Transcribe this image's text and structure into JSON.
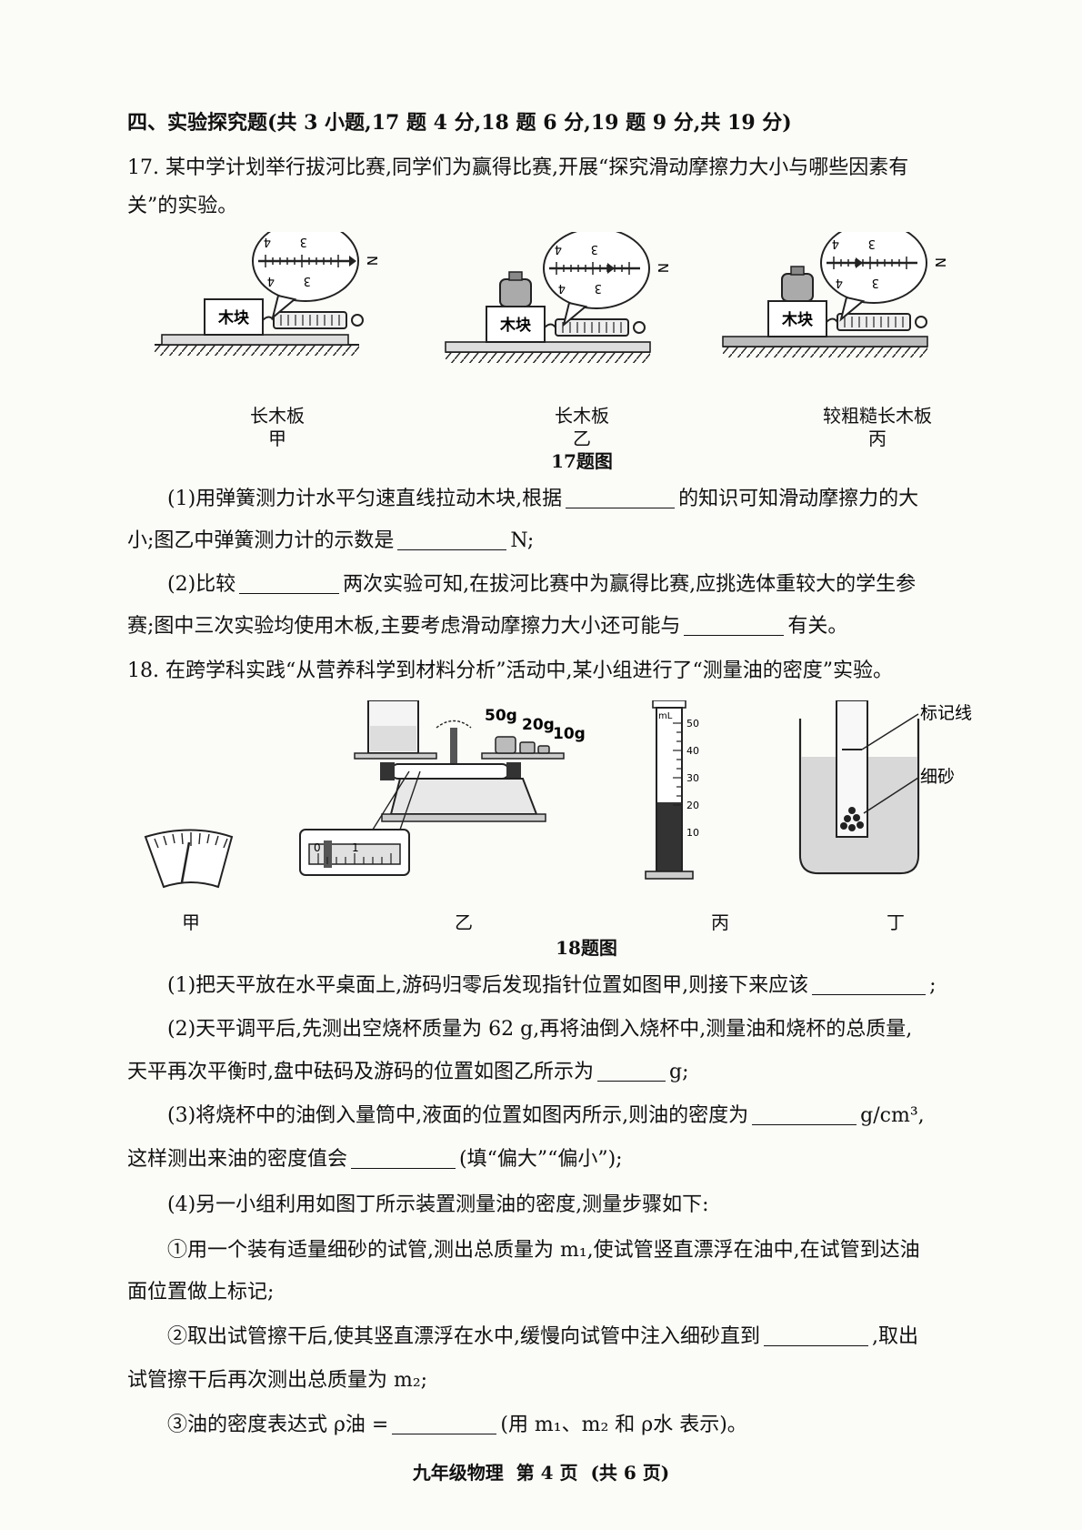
{
  "section_header": "四、实验探究题(共 3 小题,17 题 4 分,18 题 6 分,19 题 9 分,共 19 分)",
  "q17": {
    "stem_line1": "17. 某中学计划举行拔河比赛,同学们为赢得比赛,开展“探究滑动摩擦力大小与哪些因素有",
    "stem_line2": "关”的实验。",
    "block_label": "木块",
    "scale_unit": "N",
    "scale_marks": [
      "4",
      "3"
    ],
    "figure_labels": [
      {
        "board": "长木板",
        "name": "甲"
      },
      {
        "board": "长木板",
        "name": "乙"
      },
      {
        "board": "较粗糙长木板",
        "name": "丙"
      }
    ],
    "figure_caption": "17题图",
    "p1_a": "(1)用弹簧测力计水平匀速直线拉动木块,根据",
    "p1_b": "的知识可知滑动摩擦力的大",
    "p1_c": "小;图乙中弹簧测力计的示数是",
    "p1_d": "N;",
    "p2_a": "(2)比较",
    "p2_b": "两次实验可知,在拔河比赛中为赢得比赛,应挑选体重较大的学生参",
    "p2_c": "赛;图中三次实验均使用木板,主要考虑滑动摩擦力大小还可能与",
    "p2_d": "有关。"
  },
  "q18": {
    "stem": "18. 在跨学科实践“从营养科学到材料分析”活动中,某小组进行了“测量油的密度”实验。",
    "weights": [
      "50g",
      "20g",
      "10g"
    ],
    "cylinder_unit": "mL",
    "cylinder_marks": [
      "50",
      "40",
      "30",
      "20",
      "10"
    ],
    "rider_scale": [
      "0",
      "1"
    ],
    "tube_labels": [
      "标记线",
      "细砂"
    ],
    "figure_names": [
      "甲",
      "乙",
      "丙",
      "丁"
    ],
    "figure_caption": "18题图",
    "p1_a": "(1)把天平放在水平桌面上,游码归零后发现指针位置如图甲,则接下来应该",
    "p1_b": ";",
    "p2_a": "(2)天平调平后,先测出空烧杯质量为 62 g,再将油倒入烧杯中,测量油和烧杯的总质量,",
    "p2_b": "天平再次平衡时,盘中砝码及游码的位置如图乙所示为",
    "p2_c": "g;",
    "p3_a": "(3)将烧杯中的油倒入量筒中,液面的位置如图丙所示,则油的密度为",
    "p3_b": "g/cm³,",
    "p3_c": "这样测出来油的密度值会",
    "p3_d": "(填“偏大”“偏小”);",
    "p4": "(4)另一小组利用如图丁所示装置测量油的密度,测量步骤如下:",
    "s1_a": "①用一个装有适量细砂的试管,测出总质量为 m₁,使试管竖直漂浮在油中,在试管到达油",
    "s1_b": "面位置做上标记;",
    "s2_a": "②取出试管擦干后,使其竖直漂浮在水中,缓慢向试管中注入细砂直到",
    "s2_b": ",取出",
    "s2_c": "试管擦干后再次测出总质量为 m₂;",
    "s3_a": "③油的密度表达式 ρ油 =",
    "s3_b": "(用 m₁、m₂ 和 ρ水 表示)。"
  },
  "footer": "九年级物理  第 4 页  (共 6 页)"
}
